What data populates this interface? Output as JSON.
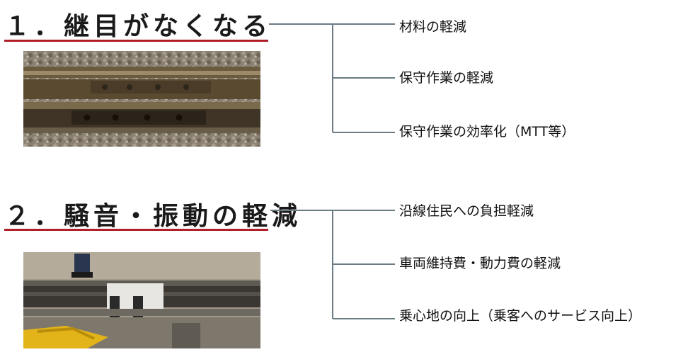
{
  "sections": [
    {
      "heading": "１．継目がなくなる",
      "items": [
        "材料の軽減",
        "保守作業の軽減",
        "保守作業の効率化（MTT等）"
      ]
    },
    {
      "heading": "２．騒音・振動の軽減",
      "items": [
        "沿線住民への負担軽減",
        "車両維持費・動力費の軽減",
        "乗心地の向上（乗客へのサービス向上）"
      ]
    }
  ],
  "colors": {
    "heading_underline": "#b0202a",
    "connector_line": "#6a7b84"
  }
}
